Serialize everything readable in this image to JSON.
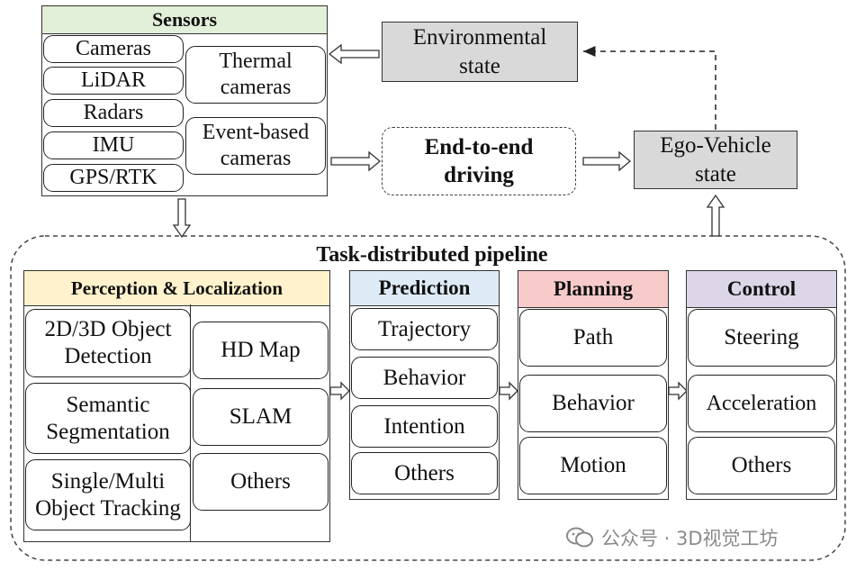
{
  "sensors": {
    "title": "Sensors",
    "items": [
      "Cameras",
      "LiDAR",
      "Radars",
      "IMU",
      "GPS/RTK"
    ],
    "right_items": [
      "Thermal cameras",
      "Event-based cameras"
    ]
  },
  "environmental_state": "Environmental state",
  "end_to_end": "End-to-end driving",
  "ego_vehicle_state": "Ego-Vehicle state",
  "pipeline": {
    "title": "Task-distributed pipeline",
    "perception": {
      "title": "Perception & Localization",
      "left_items": [
        "2D/3D Object Detection",
        "Semantic Segmentation",
        "Single/Multi Object Tracking"
      ],
      "right_items": [
        "HD Map",
        "SLAM",
        "Others"
      ]
    },
    "prediction": {
      "title": "Prediction",
      "items": [
        "Trajectory",
        "Behavior",
        "Intention",
        "Others"
      ]
    },
    "planning": {
      "title": "Planning",
      "items": [
        "Path",
        "Behavior",
        "Motion"
      ]
    },
    "control": {
      "title": "Control",
      "items": [
        "Steering",
        "Acceleration",
        "Others"
      ]
    }
  },
  "watermark": "公众号 · 3D视觉工坊",
  "colors": {
    "sensors_header": "#e2efd9",
    "perception_header": "#fff2cc",
    "prediction_header": "#deebf7",
    "planning_header": "#f8cbcb",
    "control_header": "#dcd6e8",
    "state_box": "#d9d9d9"
  }
}
